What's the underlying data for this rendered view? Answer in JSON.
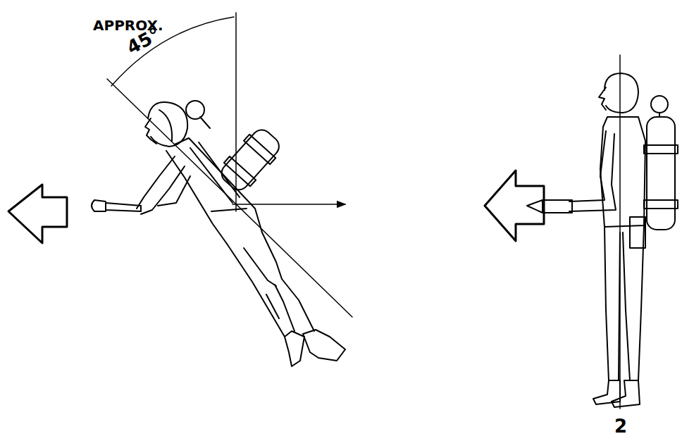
{
  "diagram": {
    "labels": [
      "APPROX.",
      "45°",
      "2"
    ]
  }
}
